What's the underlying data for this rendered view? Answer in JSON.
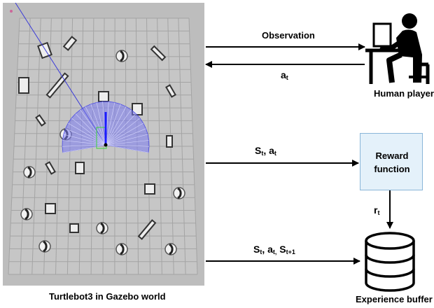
{
  "gazebo_caption": "Turtlebot3 in Gazebo world",
  "human_caption": "Human player",
  "reward_line1": "Reward",
  "reward_line2": "function",
  "buffer_caption": "Experience buffer",
  "obs_label": "Observation",
  "action_label": {
    "main": "a",
    "sub": "t"
  },
  "state_action_label": {
    "s": "S",
    "s_sub": "t",
    "sep": ", ",
    "a": "a",
    "a_sub": "t"
  },
  "reward_label": {
    "main": "r",
    "sub": "t"
  },
  "transition_label": {
    "s": "S",
    "s_sub": "t",
    "sep1": ", ",
    "a": "a",
    "a_sub": "t,",
    "s2": " S",
    "s2_sub": "t+1"
  },
  "colors": {
    "world_bg": "#bdbdbd",
    "grid": "#a4a4a4",
    "laser": "#5858f0",
    "reward_fill": "#e4f1fa",
    "reward_border": "#8ab6d9"
  }
}
